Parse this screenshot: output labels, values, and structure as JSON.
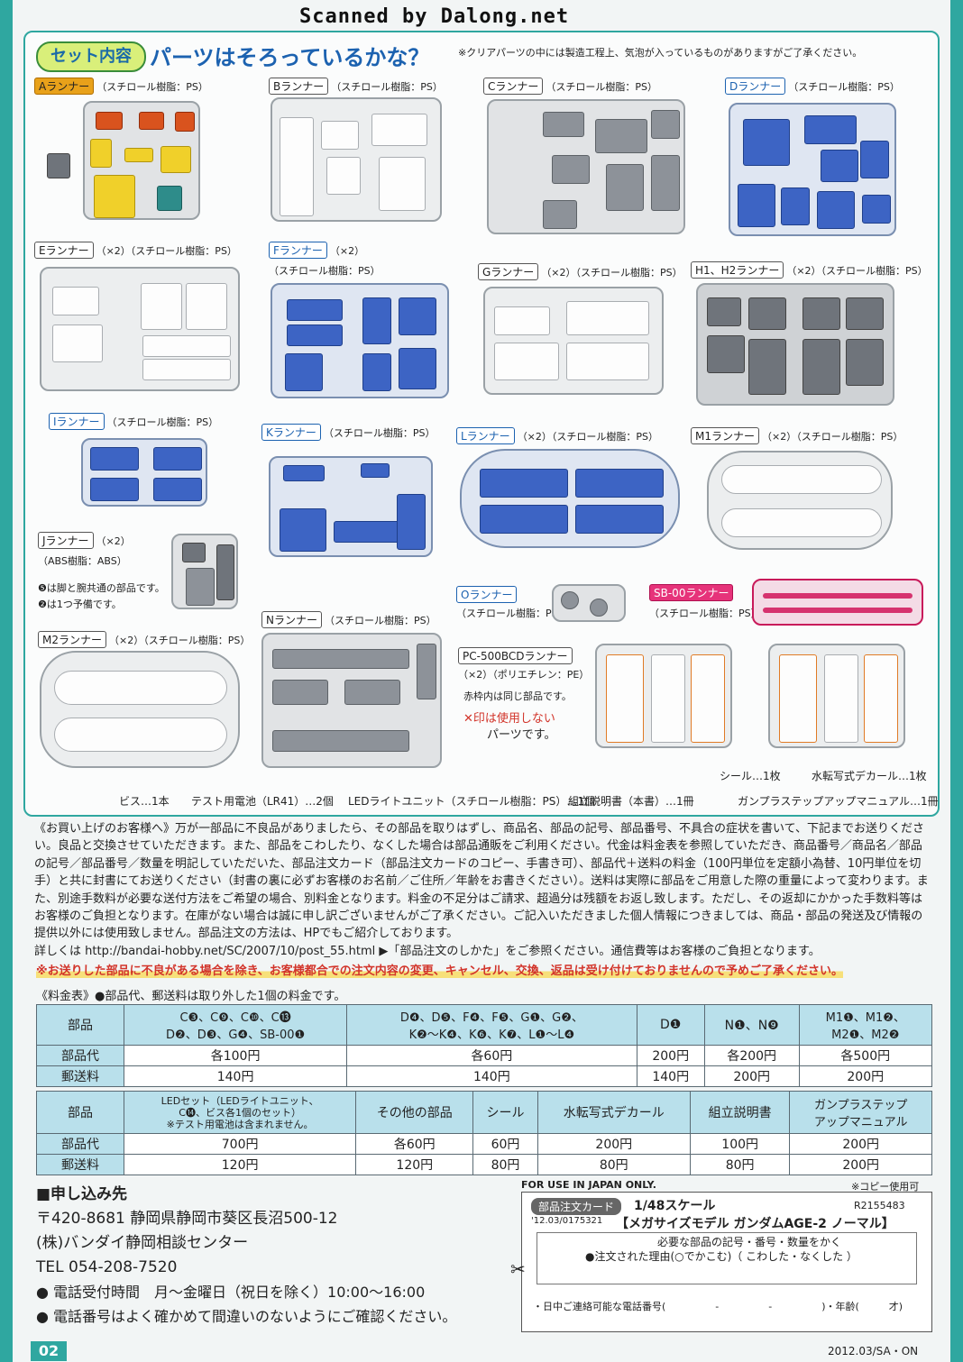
{
  "watermark": "Scanned by Dalong.net",
  "header": {
    "badge": "セット内容",
    "title": "パーツはそろっているかな？",
    "note": "※クリアパーツの中には製造工程上、気泡が入っているものがありますがご了承ください。"
  },
  "runners": [
    {
      "name": "Aランナー",
      "material": "（スチロール樹脂：PS）"
    },
    {
      "name": "Bランナー",
      "material": "（スチロール樹脂：PS）"
    },
    {
      "name": "Cランナー",
      "material": "（スチロール樹脂：PS）"
    },
    {
      "name": "Dランナー",
      "material": "（スチロール樹脂：PS）"
    },
    {
      "name": "Eランナー",
      "material": "（×2）（スチロール樹脂：PS）"
    },
    {
      "name": "Fランナー",
      "material": "（×2）",
      "material2": "（スチロール樹脂：PS）"
    },
    {
      "name": "Gランナー",
      "material": "（×2）（スチロール樹脂：PS）"
    },
    {
      "name": "H1、H2ランナー",
      "material": "（×2）（スチロール樹脂：PS）"
    },
    {
      "name": "Iランナー",
      "material": "（スチロール樹脂：PS）"
    },
    {
      "name": "Kランナー",
      "material": "（スチロール樹脂：PS）"
    },
    {
      "name": "Lランナー",
      "material": "（×2）（スチロール樹脂：PS）"
    },
    {
      "name": "M1ランナー",
      "material": "（×2）（スチロール樹脂：PS）"
    },
    {
      "name": "Jランナー",
      "material": "（×2）",
      "material2": "（ABS樹脂：ABS）"
    },
    {
      "name": "Oランナー",
      "material": "（スチロール樹脂：PS）"
    },
    {
      "name": "SB-00ランナー",
      "material": "（スチロール樹脂：PS）"
    },
    {
      "name": "M2ランナー",
      "material": "（×2）（スチロール樹脂：PS）"
    },
    {
      "name": "Nランナー",
      "material": "（スチロール樹脂：PS）"
    },
    {
      "name": "PC-500BCDランナー",
      "material": "（×2）（ポリエチレン：PE）"
    }
  ],
  "notes": {
    "j1": "❺は脚と腕共通の部品です。",
    "j2": "❷は1つ予備です。",
    "pc1": "赤枠内は同じ部品です。",
    "pc2": "✕印は使用しない",
    "pc3": "パーツです。"
  },
  "accessories": {
    "seal": "シール…1枚",
    "decal": "水転写式デカール…1枚",
    "screw": "ビス…1本",
    "battery": "テスト用電池（LR41）…2個",
    "led": "LEDライトユニット（スチロール樹脂：PS）…1個",
    "manual": "組立説明書（本書）…1冊",
    "stepup": "ガンプラステップアップマニュアル…1冊"
  },
  "order_note": "《お買い上げのお客様へ》万が一部品に不良品がありましたら、その部品を取りはずし、商品名、部品の記号、部品番号、不具合の症状を書いて、下記までお送りください。良品と交換させていただきます。また、部品をこわしたり、なくした場合は部品通販をご利用ください。代金は料金表を参照していただき、商品番号／商品名／部品の記号／部品番号／数量を明記していただいた、部品注文カード（部品注文カードのコピー、手書き可）、部品代＋送料の料金（100円単位を定額小為替、10円単位を切手）と共に封書にてお送りください（封書の裏に必ずお客様のお名前／ご住所／年齢をお書きください）。送料は実際に部品をご用意した際の重量によって変わります。また、別途手数料が必要な送付方法をご希望の場合、別料金となります。料金の不足分はご請求、超過分は残額をお返し致します。ただし、その返却にかかった手数料等はお客様のご負担となります。在庫がない場合は誠に申し訳ございませんがご了承ください。ご記入いただきました個人情報につきましては、商品・部品の発送及び情報の提供以外には使用致しません。部品注文の方法は、HPでもご紹介しております。",
  "order_link": "詳しくは http://bandai-hobby.net/SC/2007/10/post_55.html ▶「部品注文のしかた」をご参照ください。通信費等はお客様のご負担となります。",
  "order_warn": "※お送りした部品に不良がある場合を除き、お客様都合での注文内容の変更、キャンセル、交換、返品は受け付けておりませんので予めご了承ください。",
  "price_head": "《料金表》●部品代、郵送料は取り外した1個の料金です。",
  "price_table1": {
    "row_labels": [
      "部品",
      "部品代",
      "郵送料"
    ],
    "columns": [
      {
        "parts": "C❸、C❾、C❿、C⓭\nD❷、D❸、G❹、SB-00❶",
        "price": "各100円",
        "shipping": "140円"
      },
      {
        "parts": "D❹、D❺、F❹、F❺、G❶、G❷、\nK❷～K❹、K❻、K❼、L❶～L❹",
        "price": "各60円",
        "shipping": "140円"
      },
      {
        "parts": "D❶",
        "price": "200円",
        "shipping": "140円"
      },
      {
        "parts": "N❶、N❾",
        "price": "各200円",
        "shipping": "200円"
      },
      {
        "parts": "M1❶、M1❷、\nM2❶、M2❷",
        "price": "各500円",
        "shipping": "200円"
      }
    ]
  },
  "price_table2": {
    "row_labels": [
      "部品",
      "部品代",
      "郵送料"
    ],
    "columns": [
      {
        "parts": "LEDセット（LEDライトユニット、\nC⓮、ビス各1個のセット）\n※テスト用電池は含まれません。",
        "price": "700円",
        "shipping": "120円"
      },
      {
        "parts": "その他の部品",
        "price": "各60円",
        "shipping": "120円"
      },
      {
        "parts": "シール",
        "price": "60円",
        "shipping": "80円"
      },
      {
        "parts": "水転写式デカール",
        "price": "200円",
        "shipping": "80円"
      },
      {
        "parts": "組立説明書",
        "price": "100円",
        "shipping": "80円"
      },
      {
        "parts": "ガンプラステップ\nアップマニュアル",
        "price": "200円",
        "shipping": "200円"
      }
    ]
  },
  "address": {
    "title": "■申し込み先",
    "zip": "〒420-8681 静岡県静岡市葵区長沼500-12",
    "company": "(株)バンダイ静岡相談センター",
    "tel": "TEL 054-208-7520",
    "hours": "● 電話受付時間　月～金曜日（祝日を除く）10:00～16:00",
    "check": "● 電話番号はよく確かめて間違いのないようにご確認ください。"
  },
  "card": {
    "for_use": "FOR USE IN JAPAN ONLY.",
    "copy": "※コピー使用可",
    "label": "部品注文カード",
    "scale": "1/48スケール",
    "code": "R2155483",
    "serial": "'12.03/0175321",
    "product": "【メガサイズモデル ガンダムAGE-2 ノーマル】",
    "req": "必要な部品の記号・番号・数量をかく",
    "reason": "●注文された理由(○でかこむ)（ こわした・なくした ）",
    "phone": "・日中ご連絡可能な電話番号(　　　　　-　　　　　-　　　　　)・年齢(　　　才)"
  },
  "footer": {
    "page": "02",
    "date": "2012.03/SA・ON"
  }
}
